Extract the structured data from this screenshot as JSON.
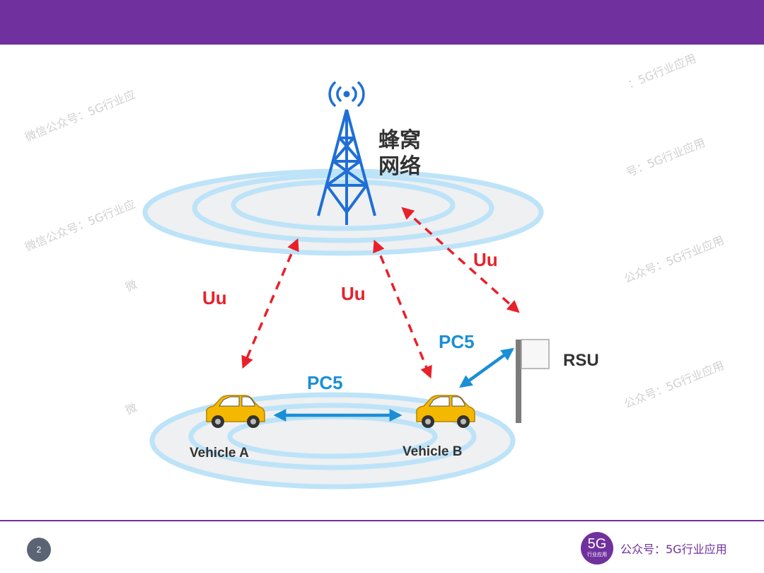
{
  "diagram": {
    "network_label_line1": "蜂窝",
    "network_label_line2": "网络",
    "uu_left": "Uu",
    "uu_middle": "Uu",
    "uu_right": "Uu",
    "pc5_cars": "PC5",
    "pc5_rsu": "PC5",
    "rsu_label": "RSU",
    "vehicle_a": "Vehicle A",
    "vehicle_b": "Vehicle B"
  },
  "watermarks": [
    "微信公众号：5G行业应",
    "：5G行业应用",
    "微信公众号：5G行业应",
    "号：5G行业应用",
    "微",
    "公众号：5G行业应用",
    "微",
    "公众号：5G行业应用"
  ],
  "footer": {
    "page_number": "2",
    "logo_big": "5G",
    "logo_small": "行业应用",
    "brand_text": "公众号：5G行业应用"
  },
  "colors": {
    "header": "#70309e",
    "uu_link": "#e8202a",
    "pc5_link": "#1a8fd6",
    "tower": "#1f6fd6",
    "ring": "#bde3f8",
    "ring_fill": "#eef0f2"
  },
  "icons": [
    "antenna-signal-icon",
    "cell-tower-icon",
    "car-icon",
    "rsu-flag-icon",
    "logo-5g-icon"
  ]
}
